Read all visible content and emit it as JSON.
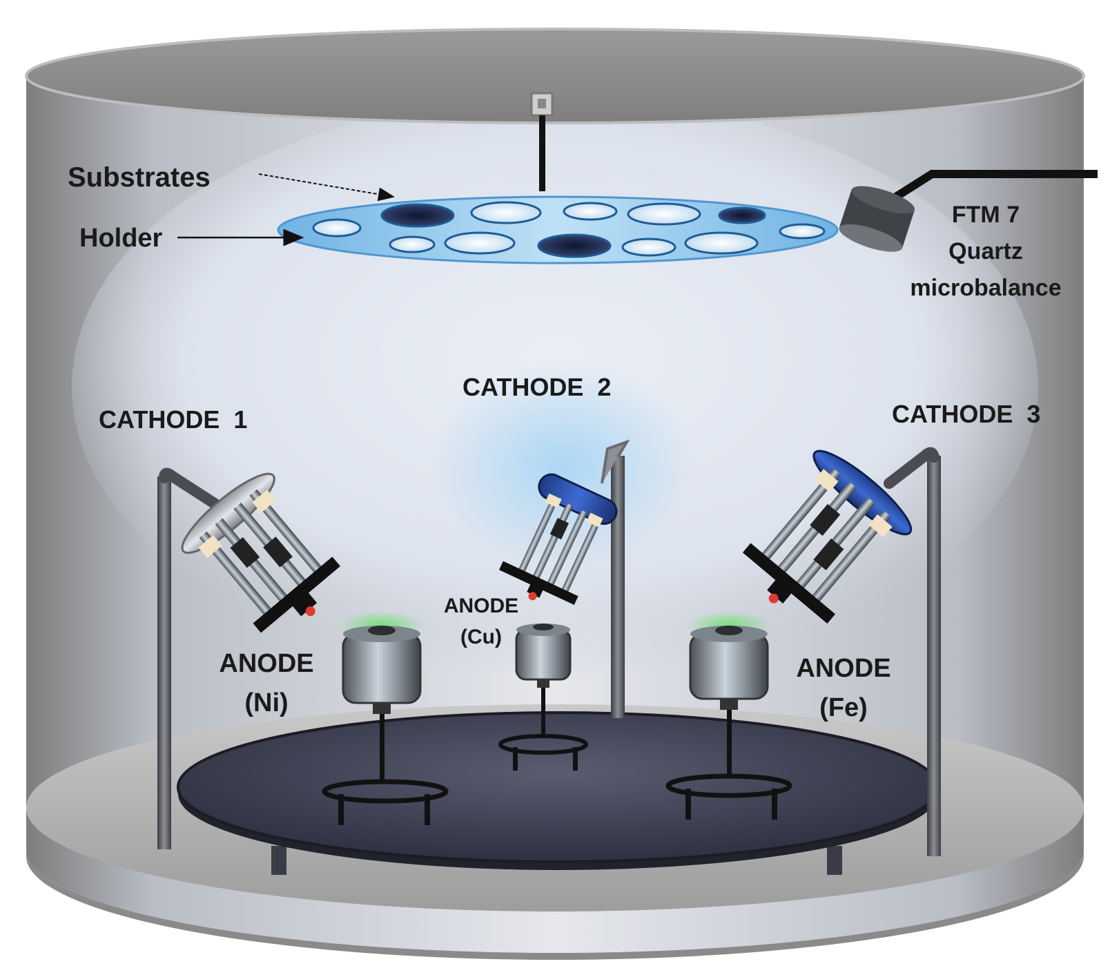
{
  "labels": {
    "substrates": "Substrates",
    "holder": "Holder",
    "ftm_line1": "FTM 7",
    "ftm_line2": "Quartz",
    "ftm_line3": "microbalance",
    "cathode1": "CATHODE  1",
    "cathode2": "CATHODE  2",
    "cathode3": "CATHODE  3",
    "anode_ni_line1": "ANODE",
    "anode_ni_line2": "(Ni)",
    "anode_cu_line1": "ANODE",
    "anode_cu_line2": "(Cu)",
    "anode_fe_line1": "ANODE",
    "anode_fe_line2": "(Fe)"
  },
  "colors": {
    "chamber_wall": "#8c8c8c",
    "chamber_interior": "#dfe3ea",
    "holder": "#8fc6ea",
    "platform": "#3c3f52",
    "cathode_blue": "#2a4fa8",
    "glow_green": "#7be07b"
  }
}
